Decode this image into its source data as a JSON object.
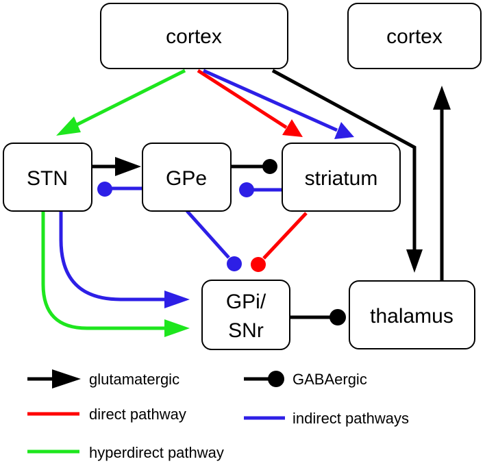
{
  "nodes": {
    "cortex_main": "cortex",
    "cortex_right": "cortex",
    "stn": "STN",
    "gpe": "GPe",
    "striatum": "striatum",
    "gpi_line1": "GPi/",
    "gpi_line2": "SNr",
    "thalamus": "thalamus"
  },
  "legend": {
    "glutamatergic": "glutamatergic",
    "gabaergic": "GABAergic",
    "direct": "direct pathway",
    "indirect": "indirect pathways",
    "hyperdirect": "hyperdirect pathway"
  },
  "colors": {
    "glutamatergic": "#000000",
    "gabaergic": "#000000",
    "direct": "#ff0000",
    "indirect": "#2d1fe6",
    "hyperdirect": "#1ee61e"
  }
}
